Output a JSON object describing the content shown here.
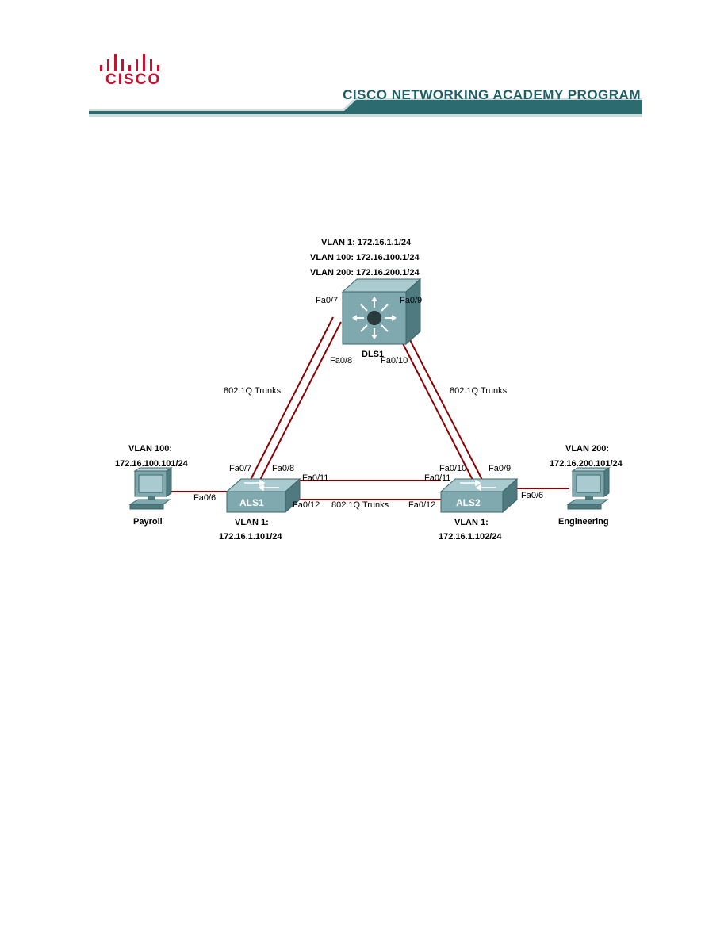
{
  "header": {
    "logo_text": "CISCO",
    "program_title": "CISCO NETWORKING ACADEMY PROGRAM"
  },
  "colors": {
    "link": "#8b0000",
    "switch_face": "#7fa9ae",
    "header_teal": "#1f5e66",
    "logo_red": "#c8102e"
  },
  "diagram": {
    "dls1": {
      "name": "DLS1",
      "vlan_lines": [
        "VLAN 1: 172.16.1.1/24",
        "VLAN 100: 172.16.100.1/24",
        "VLAN 200: 172.16.200.1/24"
      ],
      "icon": "multilayer-switch-icon"
    },
    "als1": {
      "name": "ALS1",
      "vlan_label": "VLAN 1:",
      "ip": "172.16.1.101/24",
      "icon": "workgroup-switch-icon"
    },
    "als2": {
      "name": "ALS2",
      "vlan_label": "VLAN 1:",
      "ip": "172.16.1.102/24",
      "icon": "workgroup-switch-icon"
    },
    "payroll": {
      "name": "Payroll",
      "vlan_label": "VLAN 100:",
      "ip": "172.16.100.101/24",
      "icon": "pc-icon"
    },
    "engineering": {
      "name": "Engineering",
      "vlan_label": "VLAN 200:",
      "ip": "172.16.200.101/24",
      "icon": "pc-icon"
    },
    "ports": {
      "dls1_fa07": "Fa0/7",
      "dls1_fa08": "Fa0/8",
      "dls1_fa09": "Fa0/9",
      "dls1_fa010": "Fa0/10",
      "als1_fa07": "Fa0/7",
      "als1_fa08": "Fa0/8",
      "als1_fa011": "Fa0/11",
      "als1_fa012": "Fa0/12",
      "als1_fa06": "Fa0/6",
      "als2_fa010": "Fa0/10",
      "als2_fa09": "Fa0/9",
      "als2_fa011": "Fa0/11",
      "als2_fa012": "Fa0/12",
      "als2_fa06": "Fa0/6"
    },
    "trunk_labels": {
      "left": "802.1Q Trunks",
      "right": "802.1Q Trunks",
      "bottom": "802.1Q Trunks"
    }
  }
}
